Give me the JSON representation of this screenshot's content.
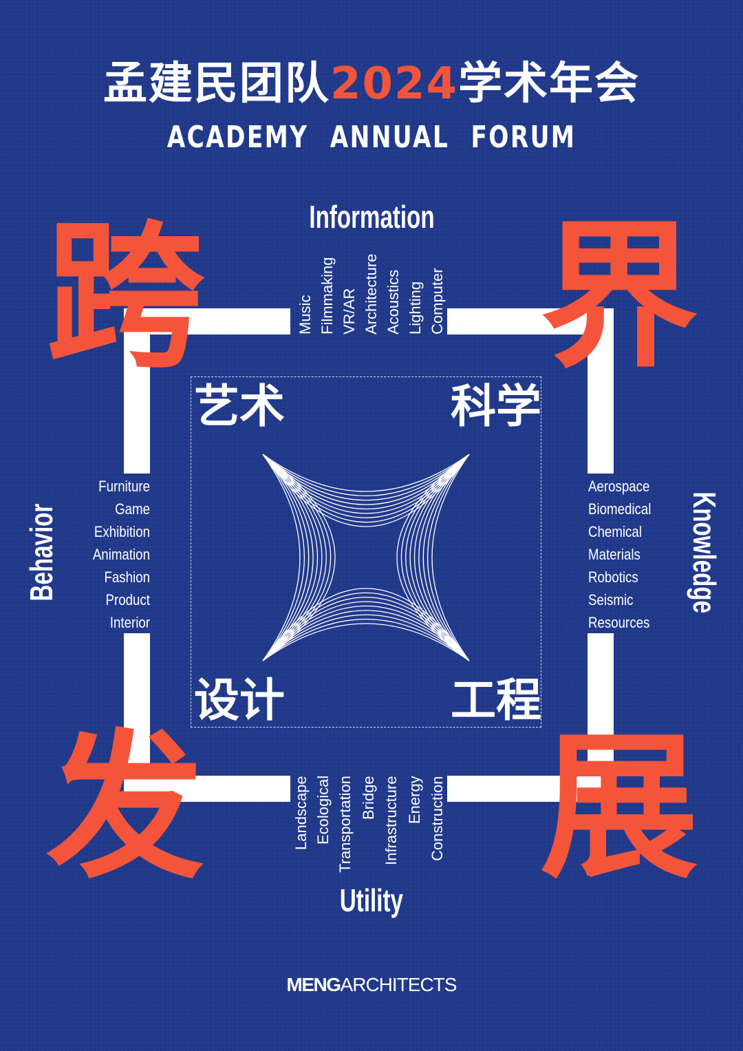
{
  "header": {
    "title_prefix": "孟建民团队",
    "title_year": "2024",
    "title_suffix": "学术年会",
    "subtitle": "ACADEMY ANNUAL FORUM"
  },
  "big_chars": {
    "top_left": "跨",
    "top_right": "界",
    "bottom_left": "发",
    "bottom_right": "展"
  },
  "axes": {
    "top": "Information",
    "bottom": "Utility",
    "left": "Behavior",
    "right": "Knowledge"
  },
  "quadrants": {
    "top_left": "艺术",
    "top_right": "科学",
    "bottom_left": "设计",
    "bottom_right": "工程"
  },
  "lists": {
    "top": [
      "Music",
      "Filmmaking",
      "VR/AR",
      "Architecture",
      "Acoustics",
      "Lighting",
      "Computer"
    ],
    "left": [
      "Furniture",
      "Game",
      "Exhibition",
      "Animation",
      "Fashion",
      "Product",
      "Interior"
    ],
    "right": [
      "Aerospace",
      "Biomedical",
      "Chemical",
      "Materials",
      "Robotics",
      "Seismic",
      "Resources"
    ],
    "bottom": [
      "Landscape",
      "Ecological",
      "Transportation",
      "Bridge",
      "Infrastructure",
      "Energy",
      "Construction"
    ]
  },
  "logo": {
    "bold_part": "MENG",
    "light_part": "ARCHITECTS"
  },
  "colors": {
    "background": "#21398a",
    "accent": "#f4553a",
    "text": "#ffffff"
  }
}
